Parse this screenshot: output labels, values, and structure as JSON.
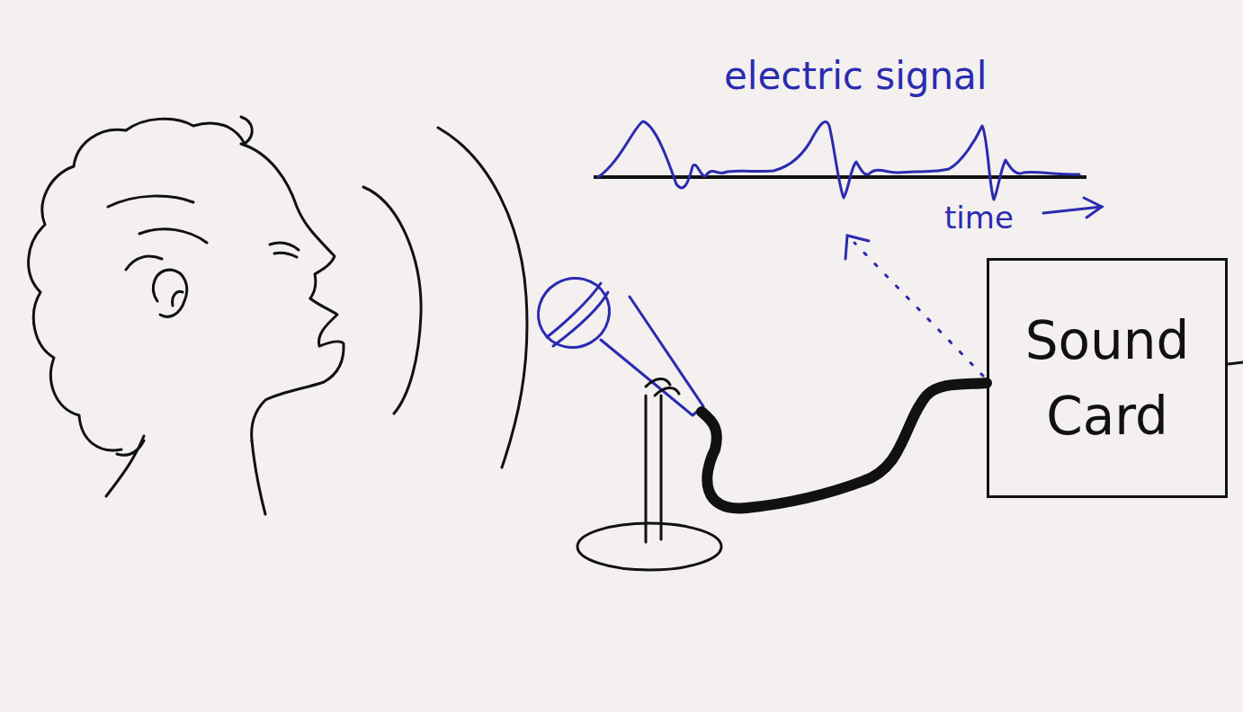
{
  "diagram": {
    "nodes": [
      {
        "text": [
          "Sound Card"
        ]
      }
    ],
    "labels": [
      "electric signal",
      "time"
    ]
  }
}
